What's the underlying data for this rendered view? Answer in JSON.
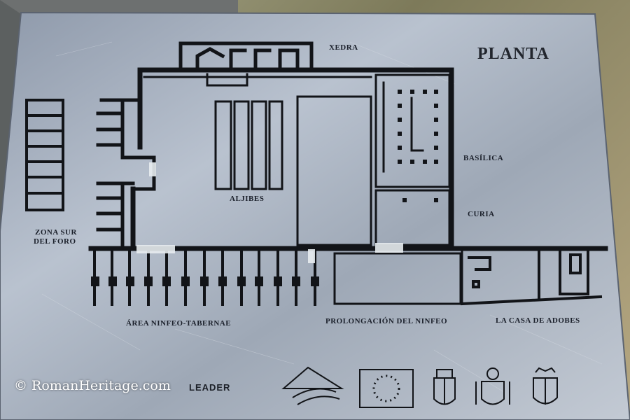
{
  "plan": {
    "title": "PLANTA",
    "labels": {
      "xedra": "XEDRA",
      "basilica": "BASÍLICA",
      "curia": "CURIA",
      "aljibes": "ALJIBES",
      "zona_sur_line1": "ZONA SUR",
      "zona_sur_line2": "DEL FORO",
      "area_ninfeo": "ÁREA NINFEO-TABERNAE",
      "prolongacion": "PROLONGACIÓN DEL NINFEO",
      "casa_adobes": "LA CASA DE ADOBES"
    }
  },
  "footer": {
    "program_text": "LEADER",
    "logos": [
      "adesiman-logo-icon",
      "eu-flag-icon",
      "castilla-la-mancha-shield-icon",
      "diputacion-shield-icon",
      "municipal-shield-icon"
    ]
  },
  "watermark": "© RomanHeritage.com",
  "colors": {
    "plate": "#9aa4b2",
    "lines": "#121418",
    "label": "#1a1f2a"
  }
}
